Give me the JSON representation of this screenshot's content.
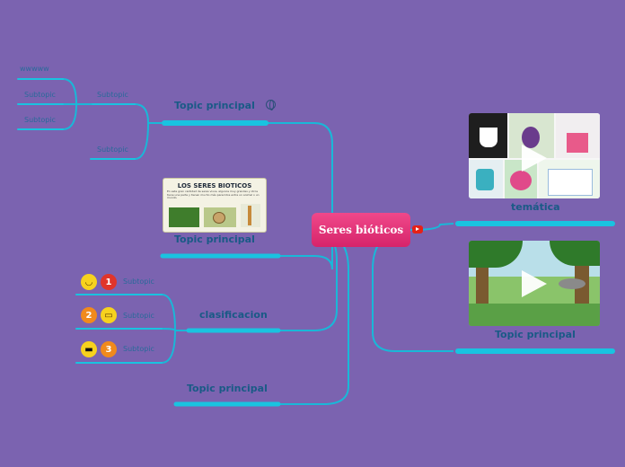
{
  "central": {
    "label": "Seres bióticos",
    "icon": "youtube-icon"
  },
  "left_branches": [
    {
      "label": "Topic principal",
      "icon": "globe-icon",
      "children": [
        {
          "label": "Subtopic",
          "children": [
            {
              "label": "wwwww"
            },
            {
              "label": "Subtopic"
            },
            {
              "label": "Subtopic"
            }
          ]
        },
        {
          "label": "Subtopic"
        }
      ]
    },
    {
      "label": "Topic principal",
      "image_title": "LOS SERES BIOTICOS",
      "image_caption": "En este gran cantidad de seres vivos, algunos muy grandes y otros tiene una parte y tienen mucho más parecidos entre un animal o un mundo."
    },
    {
      "label": "clasificacion",
      "children": [
        {
          "label": "Subtopic",
          "icons": [
            "smiley-icon",
            "number-1-icon"
          ]
        },
        {
          "label": "Subtopic",
          "icons": [
            "number-2-icon",
            "grin-icon"
          ]
        },
        {
          "label": "Subtopic",
          "icons": [
            "sunglasses-icon",
            "number-3-icon"
          ]
        }
      ]
    },
    {
      "label": "Topic principal"
    }
  ],
  "right_branches": [
    {
      "label": "temática",
      "media": "video"
    },
    {
      "label": "Topic principal",
      "media": "video"
    }
  ],
  "emoji_numbers": [
    "1",
    "2",
    "3"
  ],
  "colors": {
    "background": "#7b63b0",
    "branch": "#19c3e0",
    "center": "#e8357b",
    "text": "#1a5a86"
  }
}
